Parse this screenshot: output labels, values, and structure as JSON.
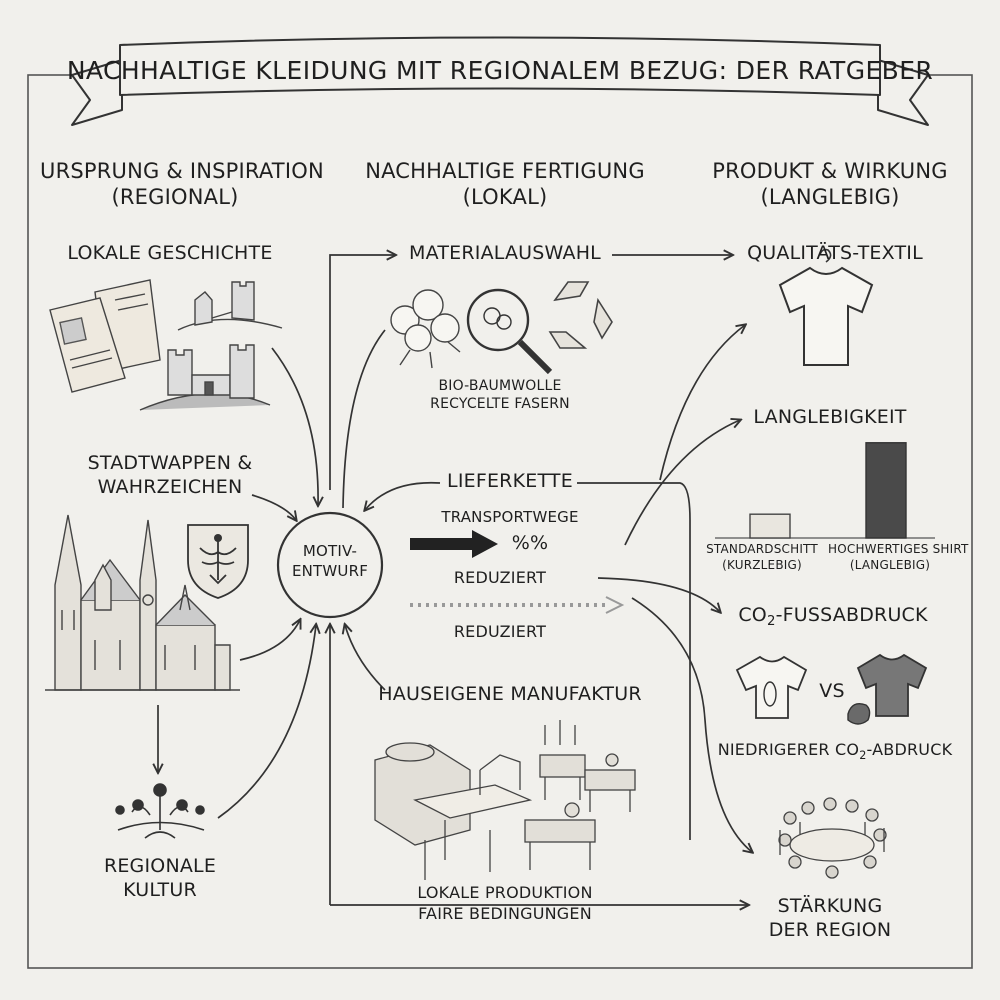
{
  "title": "Nachhaltige Kleidung mit regionalem Bezug: Der Ratgeber",
  "columns": [
    {
      "title": "Ursprung & Inspiration",
      "subtitle": "(Regional)"
    },
    {
      "title": "Nachhaltige Fertigung",
      "subtitle": "(Lokal)"
    },
    {
      "title": "Produkt & Wirkung",
      "subtitle": "(Langlebig)"
    }
  ],
  "origin": {
    "history": "Lokale Geschichte",
    "coat_line1": "Stadtwappen &",
    "coat_line2": "Wahrzeichen",
    "culture_line1": "Regionale",
    "culture_line2": "Kultur"
  },
  "center": {
    "line1": "Motiv-",
    "line2": "Entwurf"
  },
  "production": {
    "material": "Materialauswahl",
    "material_line1": "Bio-Baumwolle",
    "material_line2": "Recycelte Fasern",
    "supply": "Lieferkette",
    "transport": "Transportwege",
    "transport_value": "%%",
    "reduced1": "Reduziert",
    "reduced2": "Reduziert",
    "manufactory": "Hauseigene Manufaktur",
    "local_line1": "Lokale Produktion",
    "local_line2": "Faire Bedingungen"
  },
  "product": {
    "quality": "Qualitäts-Textil",
    "durability": "Langlebigkeit",
    "co2_pre": "CO",
    "co2_sub": "2",
    "co2_post": "-Fussabdruck",
    "vs": "VS",
    "lower_pre": "Niedrigerer CO",
    "lower_sub": "2",
    "lower_post": "-Abdruck",
    "region_line1": "Stärkung",
    "region_line2": "der Region"
  },
  "chart_data": {
    "type": "bar",
    "categories": [
      "Standardschitt (Kurzlebig)",
      "Hochwertiges Shirt (Langlebig)"
    ],
    "category_lines": [
      [
        "Standardschitt",
        "(Kurzlebig)"
      ],
      [
        "Hochwertiges Shirt",
        "(Langlebig)"
      ]
    ],
    "values": [
      1,
      4
    ],
    "ylim": [
      0,
      4.2
    ],
    "colors": [
      "#e9e6df",
      "#4a4a4a"
    ]
  }
}
